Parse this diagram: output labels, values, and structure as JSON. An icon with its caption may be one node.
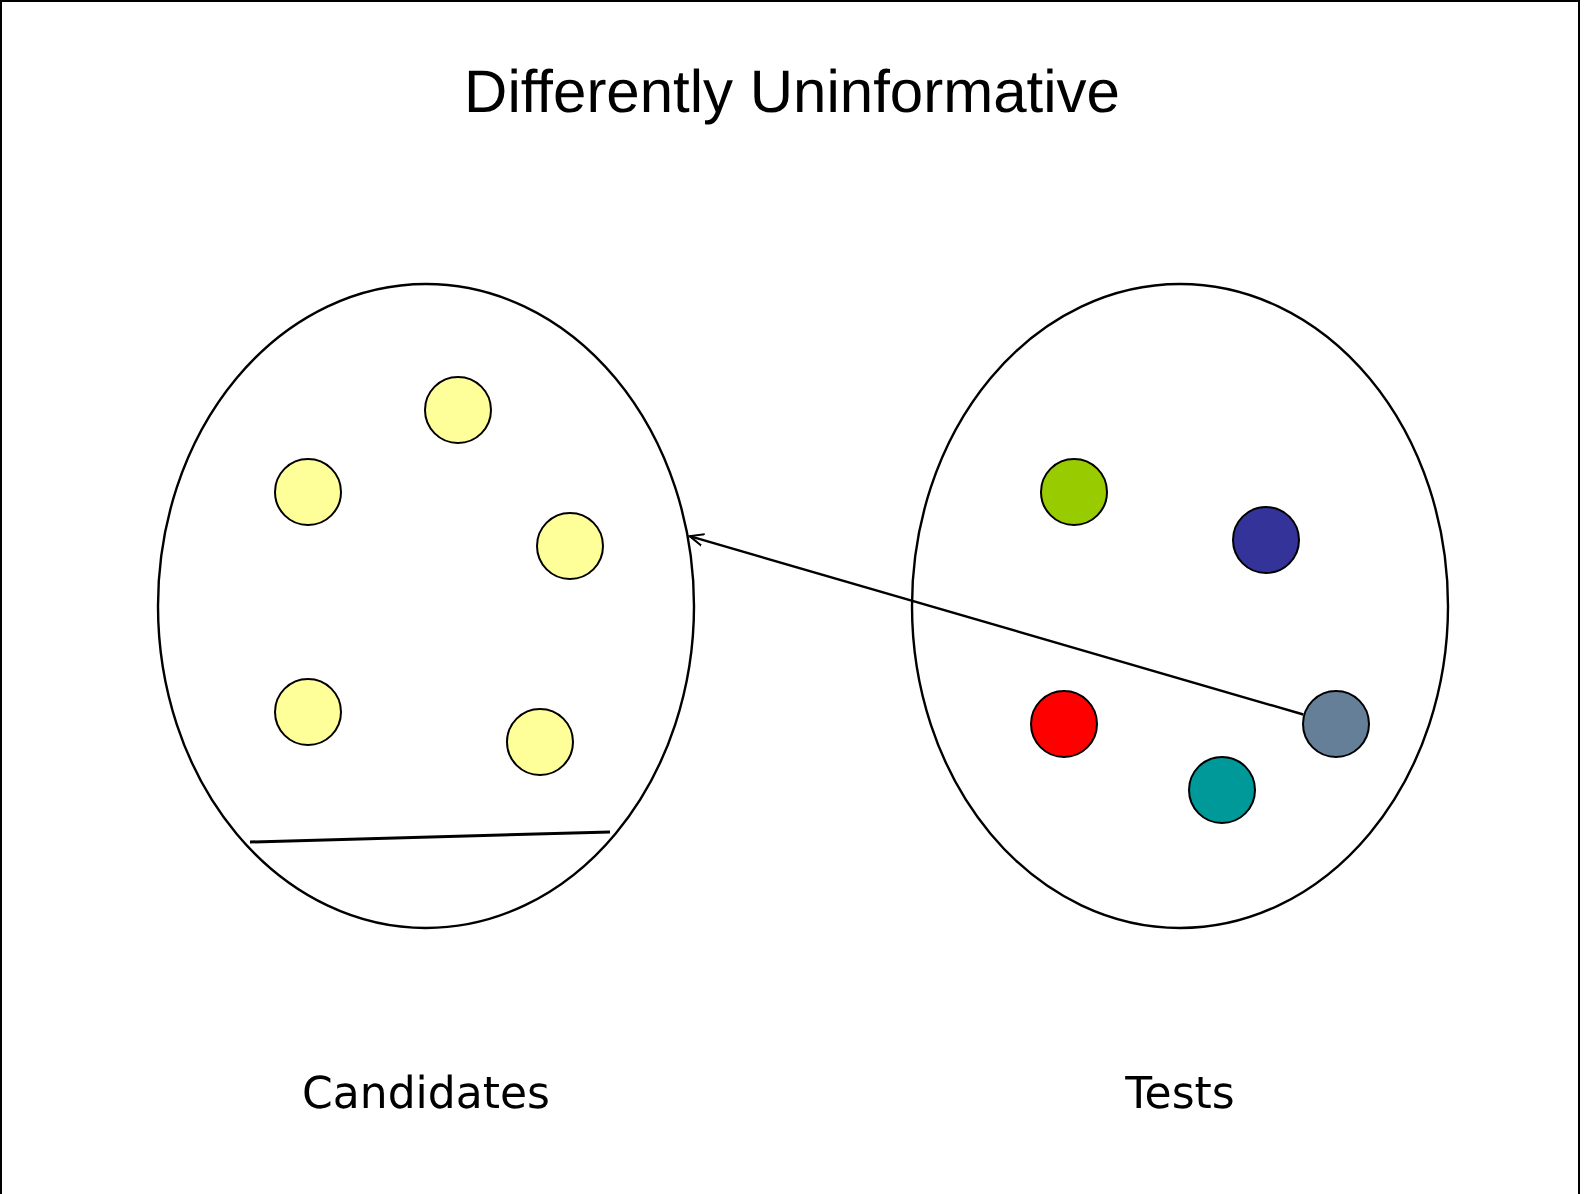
{
  "diagram": {
    "title": "Differently Uninformative",
    "nodes": [
      {
        "text": [
          "Candidates"
        ]
      },
      {
        "text": [],
        "shape": "circle",
        "in": 0
      },
      {
        "text": [],
        "shape": "circle",
        "in": 0
      },
      {
        "text": [],
        "shape": "circle",
        "in": 0
      },
      {
        "text": [],
        "shape": "circle",
        "in": 0
      },
      {
        "text": [],
        "shape": "circle",
        "in": 0
      },
      {
        "text": [
          "Tests"
        ]
      },
      {
        "text": [],
        "shape": "circle",
        "in": 6
      },
      {
        "text": [],
        "shape": "circle",
        "in": 6
      },
      {
        "text": [],
        "shape": "circle",
        "in": 6
      },
      {
        "text": [],
        "shape": "circle",
        "in": 6
      },
      {
        "text": [],
        "shape": "circle",
        "in": 6
      }
    ],
    "edges": [
      {
        "from": 11,
        "to": 0,
        "arrow": "to"
      }
    ]
  }
}
